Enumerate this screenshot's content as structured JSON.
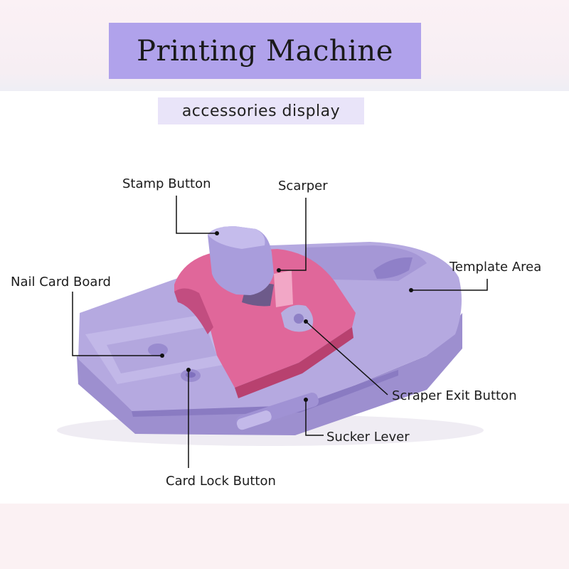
{
  "title": "Printing Machine",
  "subtitle": "accessories display",
  "labels": {
    "stamp_button": "Stamp Button",
    "scarper": "Scarper",
    "template_area": "Template Area",
    "nail_card_board": "Nail Card Board",
    "scraper_exit_button": "Scraper Exit Button",
    "sucker_lever": "Sucker Lever",
    "card_lock_button": "Card Lock Button"
  },
  "colors": {
    "title_bg": "#b0a2eb",
    "base_purple": "#b0a3dc",
    "body_pink": "#e0679a"
  }
}
